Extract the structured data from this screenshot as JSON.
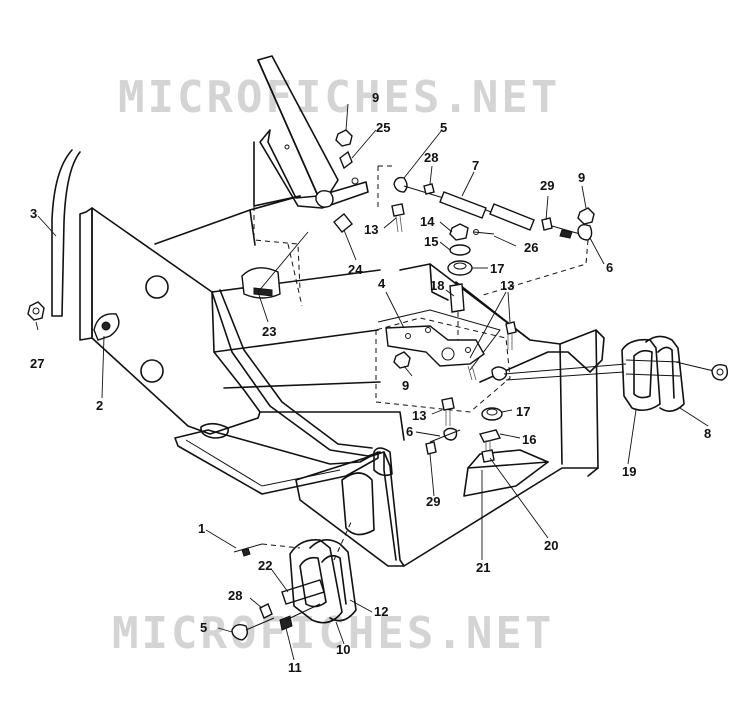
{
  "watermark": {
    "top": "MICROFICHES.NET",
    "bottom": "MICROFICHES.NET"
  },
  "callouts": {
    "c1": "1",
    "c2": "2",
    "c3": "3",
    "c4": "4",
    "c5a": "5",
    "c5b": "5",
    "c6a": "6",
    "c6b": "6",
    "c7": "7",
    "c8": "8",
    "c9a": "9",
    "c9b": "9",
    "c9c": "9",
    "c10": "10",
    "c11": "11",
    "c12": "12",
    "c13a": "13",
    "c13b": "13",
    "c13c": "13",
    "c14": "14",
    "c15": "15",
    "c16": "16",
    "c17a": "17",
    "c17b": "17",
    "c18": "18",
    "c19": "19",
    "c20": "20",
    "c21": "21",
    "c22": "22",
    "c23": "23",
    "c24": "24",
    "c25": "25",
    "c26": "26",
    "c27": "27",
    "c28a": "28",
    "c28b": "28",
    "c29a": "29",
    "c29b": "29"
  }
}
